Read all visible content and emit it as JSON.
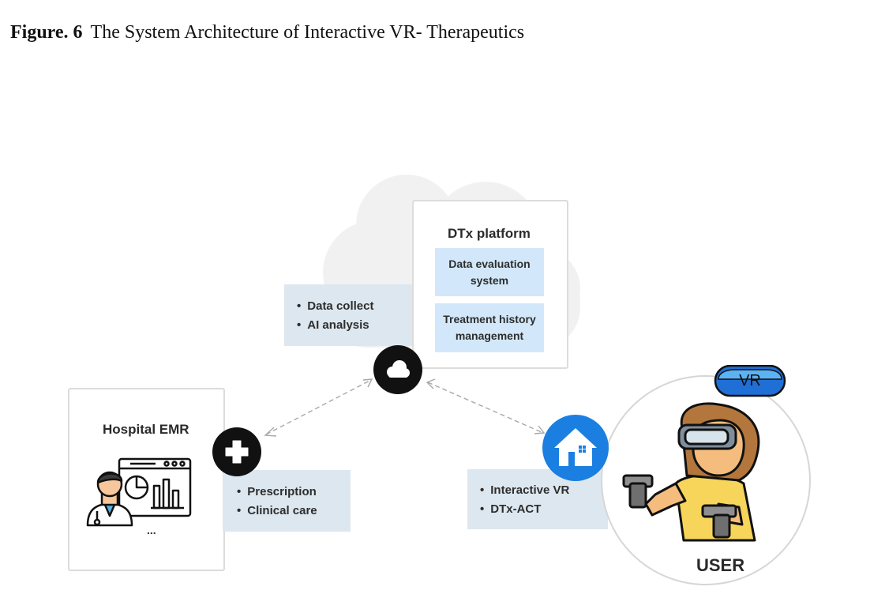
{
  "caption": {
    "number": "Figure. 6",
    "text": "The System Architecture of Interactive VR- Therapeutics"
  },
  "dtx_platform": {
    "title": "DTx platform",
    "modules": [
      {
        "line1": "Data evaluation",
        "line2": "system"
      },
      {
        "line1": "Treatment history",
        "line2": "management"
      }
    ]
  },
  "cloud_functions": [
    "Data collect",
    "AI analysis"
  ],
  "hospital": {
    "title": "Hospital EMR",
    "more": "...",
    "functions": [
      "Prescription",
      "Clinical care"
    ]
  },
  "home": {
    "functions": [
      "Interactive VR",
      "DTx-ACT"
    ]
  },
  "user": {
    "label": "USER",
    "headset_text": "VR"
  },
  "colors": {
    "info_box": "#dde7ef",
    "module_box": "#d2e8fa",
    "home_icon": "#1a7fe0",
    "node_icon": "#111111",
    "cloud": "#f2f2f2",
    "user_shirt": "#f6d55a",
    "user_hair": "#b3773d",
    "headset": "#1f6fd6"
  },
  "icons": [
    "cloud-icon",
    "medical-cross-icon",
    "house-icon",
    "doctor-icon",
    "vr-headset-icon",
    "vr-user-icon"
  ]
}
